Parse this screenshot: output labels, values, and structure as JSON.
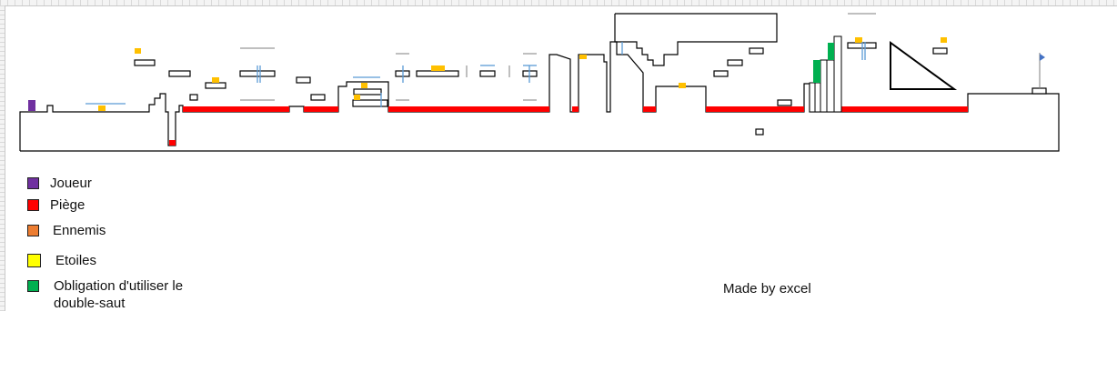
{
  "legend": {
    "items": [
      {
        "key": "player",
        "label": "Joueur",
        "color": "#7030a0"
      },
      {
        "key": "trap",
        "label": "Piège",
        "color": "#ff0000"
      },
      {
        "key": "enemies",
        "label": "Ennemis",
        "color": "#ed7d31"
      },
      {
        "key": "stars",
        "label": "Etoiles",
        "color": "#ffff00"
      },
      {
        "key": "double_jump",
        "label": "Obligation d'utiliser le double-saut",
        "color": "#00b050"
      }
    ]
  },
  "credit": "Made by excel",
  "colors": {
    "outline": "#000000",
    "coin": "#ffc000",
    "flag": "#4472c4",
    "water": "#5b9bd5"
  }
}
